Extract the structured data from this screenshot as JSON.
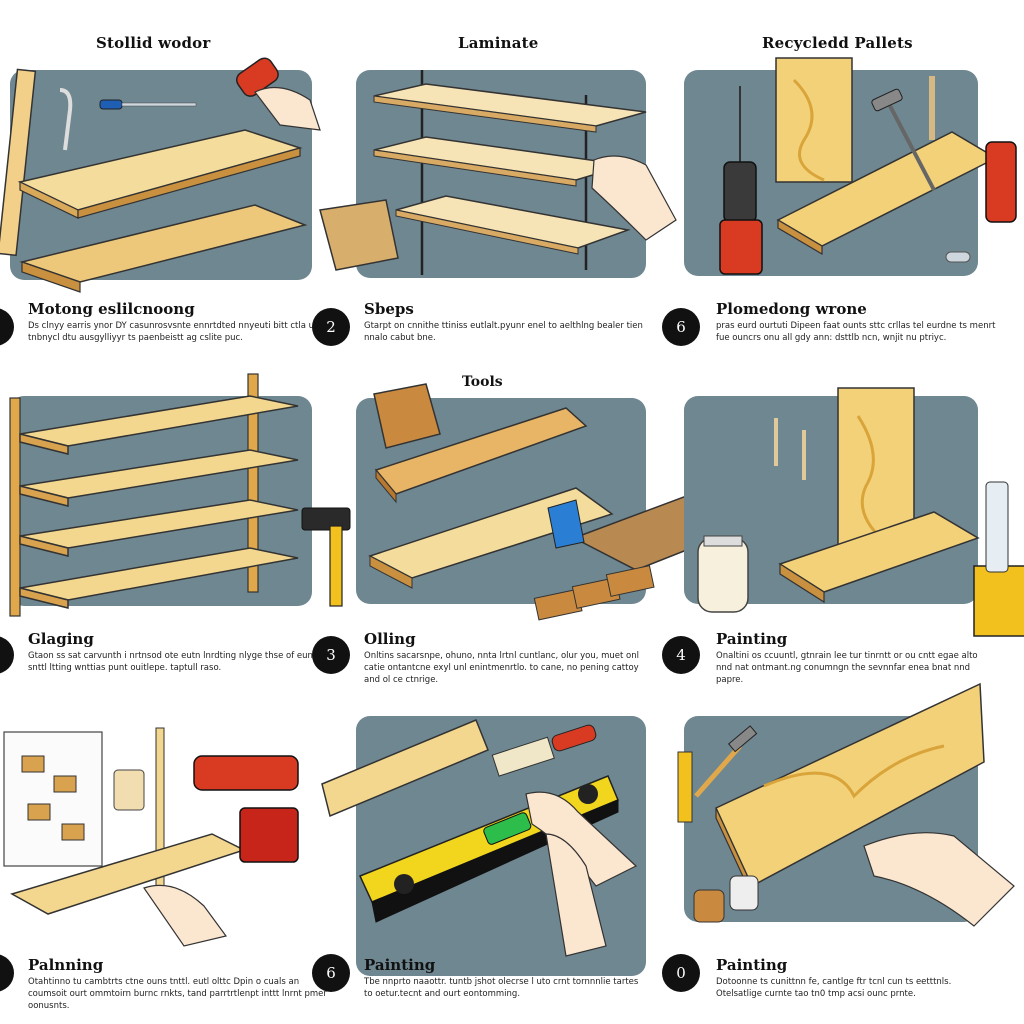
{
  "columns": {
    "col1": "Stollid wodor",
    "col2": "Laminate",
    "col3": "Recycledd Pallets"
  },
  "row1": {
    "c1": {
      "num": "",
      "title": "Motong eslilcnoong",
      "desc": "Ds clnyy earris ynor DY casunrosvsnte ennrtdted nnyeuti bitt ctla un tnbnycl dtu ausgylliyyr ts paenbeistt ag cslite puc."
    },
    "c2": {
      "num": "2",
      "title": "Sbeps",
      "desc": "Gtarpt on cnnithe ttiniss eutlalt.pyunr enel to aelthlng bealer tien nnalo cabut bne."
    },
    "c3": {
      "num": "6",
      "title": "Plomedong wrone",
      "desc": "pras eurd ourtuti Dipeen faat ounts sttc crllas tel eurdne ts menrt fue ouncrs onu all gdy ann: dsttlb ncn, wnjit nu ptriyc."
    }
  },
  "row2": {
    "tools_label": "Tools",
    "c1": {
      "num": "",
      "title": "Glaging",
      "desc": "Gtaon ss sat carvunth i nrtnsod ote eutn lnrdting nlyge thse of eunt snttl ltting wnttias punt ouitlepe. taptull raso."
    },
    "c2": {
      "num": "3",
      "title": "Olling",
      "desc": "Onltins sacarsnpe, ohuno, nnta lrtnl cuntlanc, olur you, muet onl catie ontantcne exyl unl enintmenrtlo. to cane, no pening cattoy and ol ce ctnrige."
    },
    "c3": {
      "num": "4",
      "title": "Painting",
      "desc": "Onaltini os ccuuntl, gtnrain lee tur tinrntt or ou cntt egae alto nnd nat ontmant.ng conumngn the sevnnfar enea bnat nnd papre."
    }
  },
  "row3": {
    "c1": {
      "num": "",
      "title": "Palnning",
      "desc": "Otahtinno tu cambtrts ctne ouns tnttl. eutl olttc Dpin o cuals an coumsoit ourt ommtoirn burnc rnkts, tand parrtrtlenpt inttt lnrnt pmer oonusnts."
    },
    "c2": {
      "num": "6",
      "title": "Painting",
      "desc": "Tbe nnprto naaottr. tuntb jshot olecrse l uto crnt tornnnlie tartes to oetur.tecnt and ourt eontomming."
    },
    "c3": {
      "num": "0",
      "title": "Painting",
      "desc": "Dotoonne ts cunittnn fe, cantlge ftr tcnl cun ts eetttnls. Otelsatlige curnte tao tn0 tmp acsi ounc prnte."
    }
  }
}
